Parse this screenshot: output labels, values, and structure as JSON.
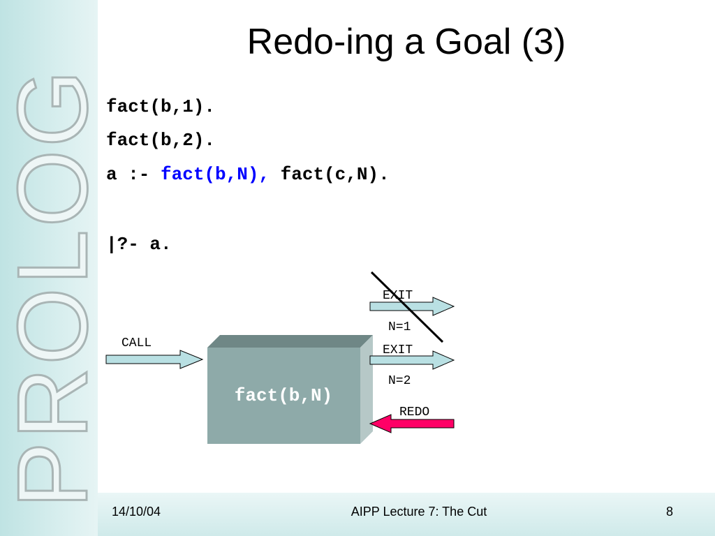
{
  "sidebar": {
    "logo_text": "PROLOG"
  },
  "slide": {
    "title": "Redo-ing a Goal (3)",
    "code": {
      "line1": "fact(b,1).",
      "line2": "fact(b,2).",
      "line3_prefix": "a :- ",
      "line3_highlight": "fact(b,N),",
      "line3_suffix": " fact(c,N).",
      "query": "|?- a."
    }
  },
  "diagram": {
    "box_label": "fact(b,N)",
    "call_label": "CALL",
    "exit1_label": "EXIT",
    "exit1_value": "N=1",
    "exit2_label": "EXIT",
    "exit2_value": "N=2",
    "redo_label": "REDO"
  },
  "colors": {
    "arrow_fill": "#b9e0e3",
    "box_front": "#8eaaa9",
    "box_top": "#6f8786",
    "box_side": "#b6c8c7",
    "redo_arrow": "#ff0066",
    "highlight": "#0000ff"
  },
  "footer": {
    "date": "14/10/04",
    "course": "AIPP Lecture 7: The Cut",
    "page": "8"
  }
}
